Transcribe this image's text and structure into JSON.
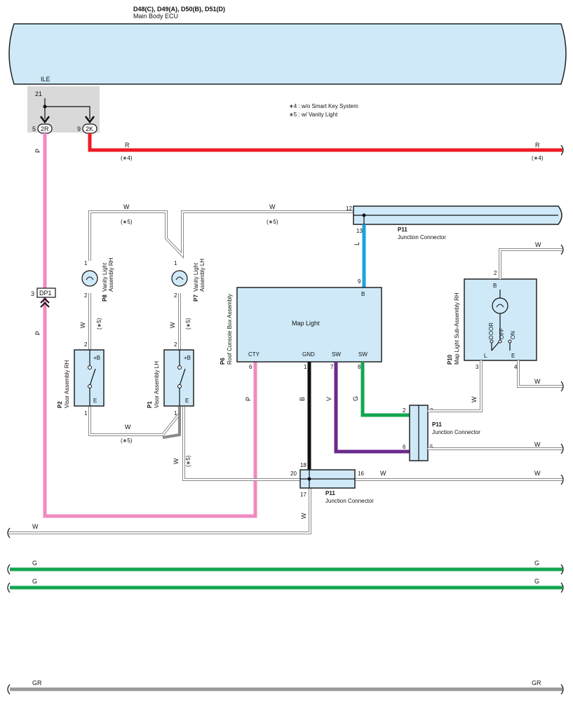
{
  "ecu": {
    "title": "D48(C), D49(A), D50(B), D51(D)",
    "name": "Main Body ECU",
    "terminal_name": "ILE",
    "terminal_pin": "21",
    "conn_left_pin": "5",
    "conn_left_label": "2R",
    "conn_right_pin": "9",
    "conn_right_label": "2K"
  },
  "notes": {
    "note1": "∗4 : w/o Smart Key System",
    "note2": "∗5 : w/ Vanity Light"
  },
  "wire_labels": {
    "P": "P",
    "R": "R",
    "W": "W",
    "L": "L",
    "B": "B",
    "V": "V",
    "G": "G",
    "GR": "GR",
    "star4": "(∗4)",
    "star5": "(∗5)"
  },
  "components": {
    "dp1": "DP1",
    "p8_code": "P8",
    "p8_name": "Vanity Light",
    "p8_name2": "Assembly RH",
    "p7_code": "P7",
    "p7_name": "Vanity Light",
    "p7_name2": "Assembly LH",
    "p2_code": "P2",
    "p2_name": "Visor Assembly RH",
    "p1_code": "P1",
    "p1_name": "Visor Assembly LH",
    "p6_code": "P6",
    "p6_name": "Roof Console Box Assembly",
    "map_light": "Map Light",
    "p10_code": "P10",
    "p10_name": "Map Light Sub-Assembly RH",
    "p11_code": "P11",
    "p11_name": "Junction Connector"
  },
  "terminals": {
    "plusB": "+B",
    "E": "E",
    "B": "B",
    "CTY": "CTY",
    "GND": "GND",
    "SW": "SW",
    "DOOR": "DOOR",
    "OFF": "OFF",
    "ON": "ON",
    "L": "L"
  },
  "pins": {
    "p1": "1",
    "p2": "2",
    "p3": "3",
    "p4": "4",
    "p5": "5",
    "p6": "6",
    "p7": "7",
    "p8": "8",
    "p9": "9",
    "p12": "12",
    "p13": "13",
    "p16": "16",
    "p17": "17",
    "p18": "18",
    "p20": "20"
  },
  "colors": {
    "pink": "#f08ac0",
    "red": "#ee1c24",
    "blue": "#1aa3e0",
    "black": "#111111",
    "purple": "#6a2a8e",
    "green": "#12a650",
    "gray": "#999999",
    "box_fill": "#cfe9f8",
    "ecu_region": "#d9d9d9"
  }
}
